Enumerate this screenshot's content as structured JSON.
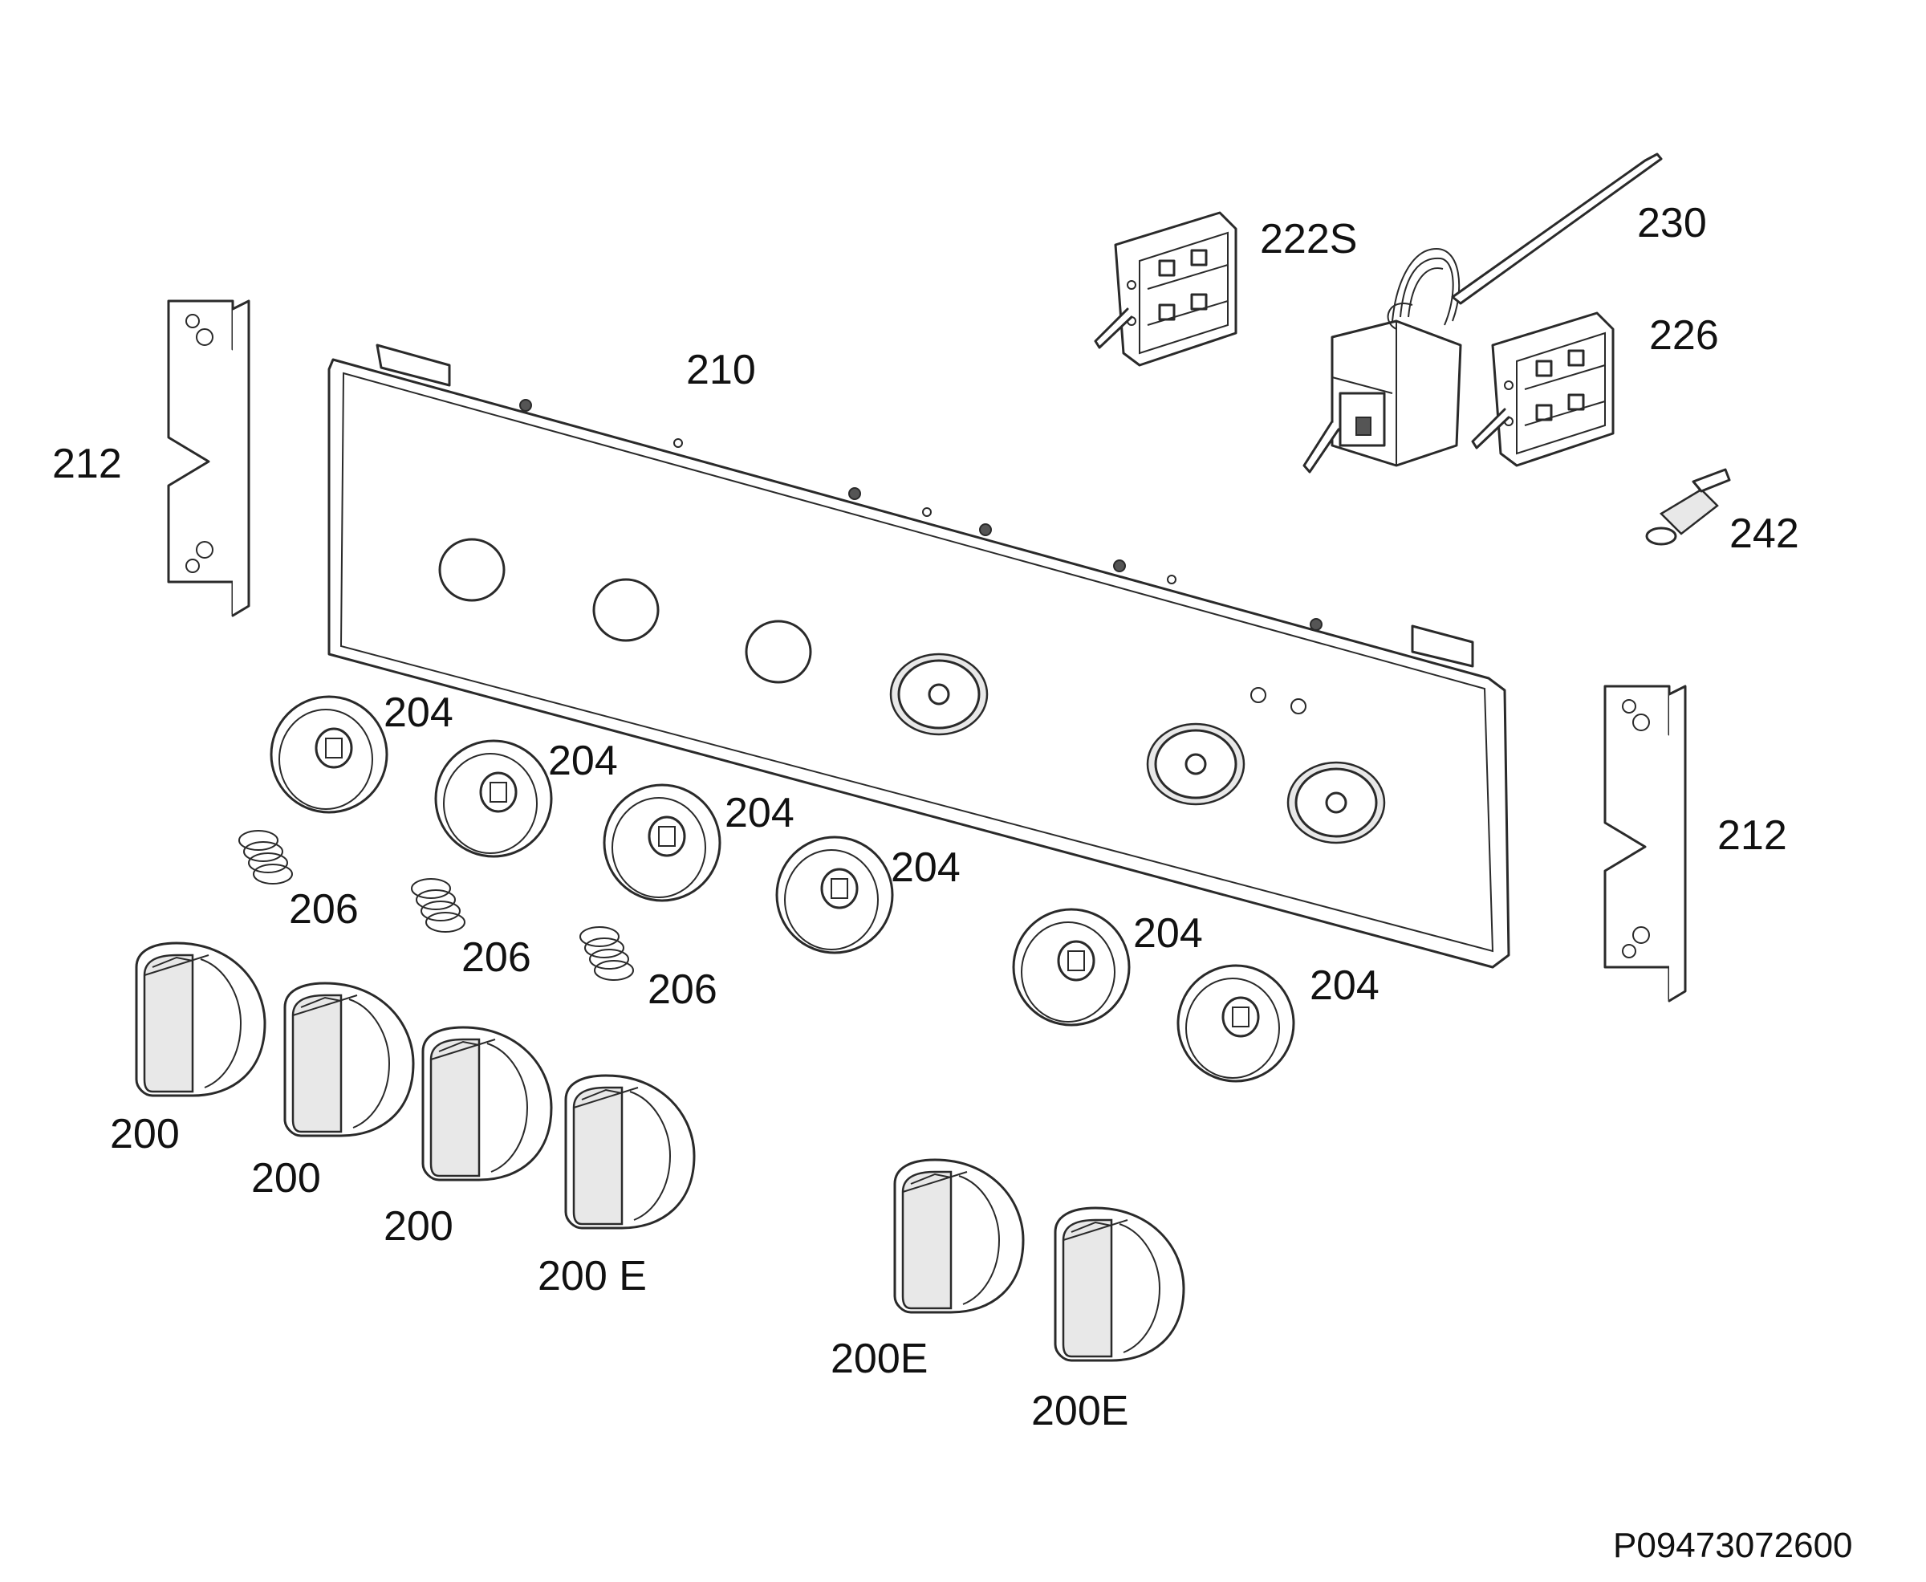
{
  "diagram": {
    "labels": {
      "l_222S": "222S",
      "l_230": "230",
      "l_226": "226",
      "l_210": "210",
      "l_212_left": "212",
      "l_212_right": "212",
      "l_242": "242",
      "l_204_a": "204",
      "l_204_b": "204",
      "l_204_c": "204",
      "l_204_d": "204",
      "l_204_e": "204",
      "l_204_f": "204",
      "l_206_a": "206",
      "l_206_b": "206",
      "l_206_c": "206",
      "l_200_a": "200",
      "l_200_b": "200",
      "l_200_c": "200",
      "l_200E_a": "200 E",
      "l_200E_b": "200E",
      "l_200E_c": "200E"
    },
    "reference_code": "P09473072600"
  }
}
